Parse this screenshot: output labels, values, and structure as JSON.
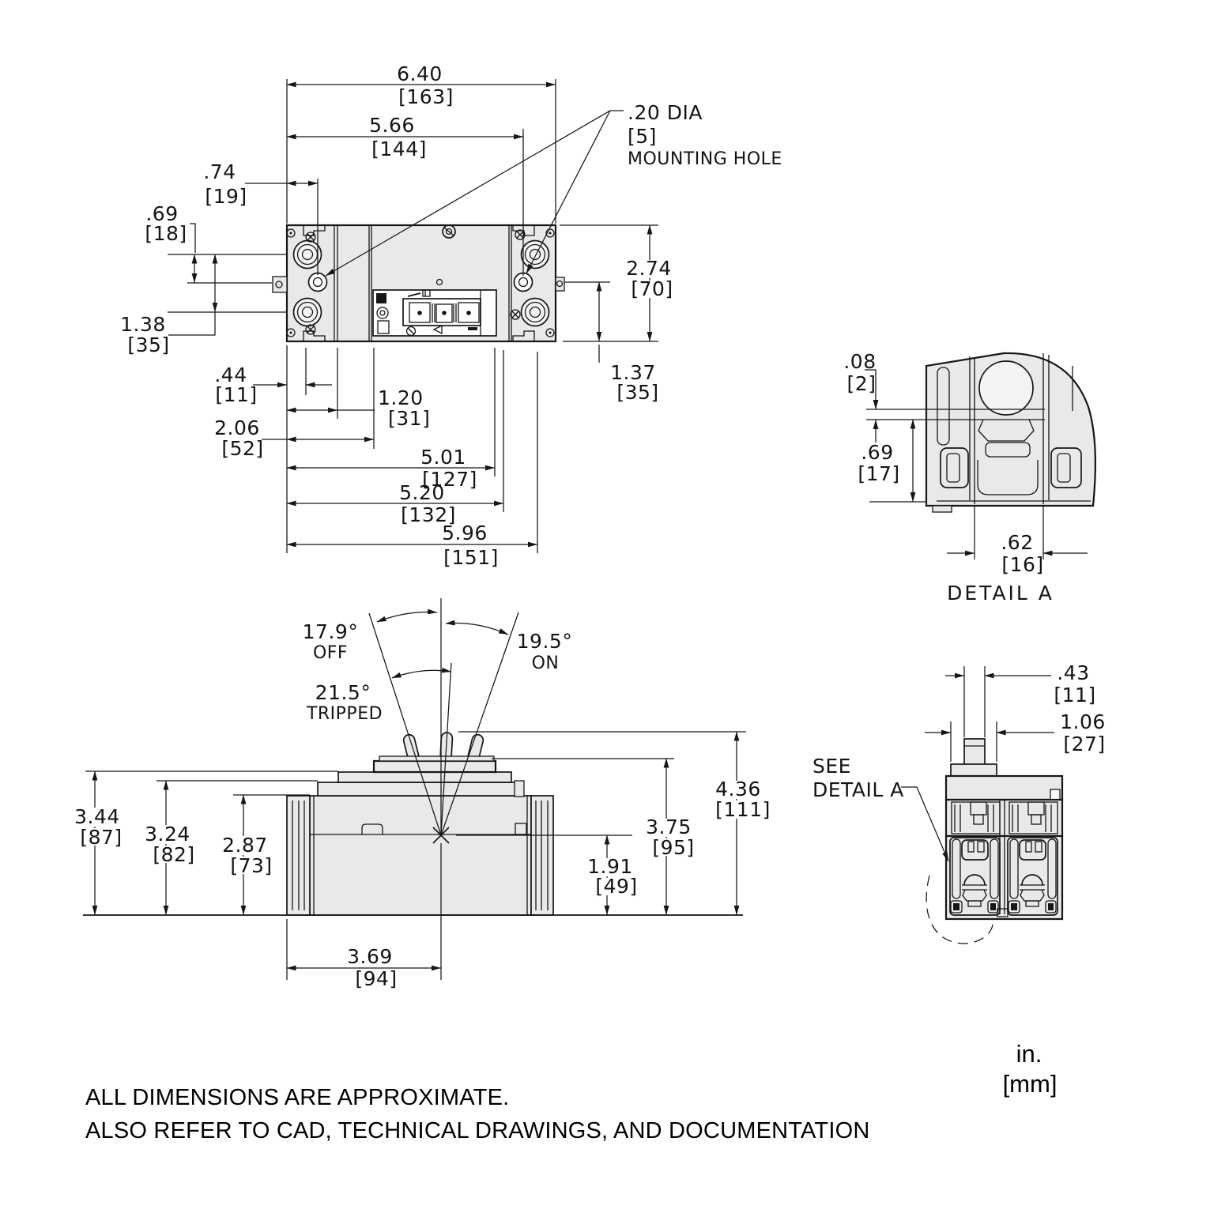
{
  "front": {
    "dim_640": {
      "in": "6.40",
      "mm": "[163]"
    },
    "dim_566": {
      "in": "5.66",
      "mm": "[144]"
    },
    "dim_074": {
      "in": ".74",
      "mm": "[19]"
    },
    "dim_069": {
      "in": ".69",
      "mm": "[18]"
    },
    "dim_138": {
      "in": "1.38",
      "mm": "[35]"
    },
    "dim_044": {
      "in": ".44",
      "mm": "[11]"
    },
    "dim_120": {
      "in": "1.20",
      "mm": "[31]"
    },
    "dim_206": {
      "in": "2.06",
      "mm": "[52]"
    },
    "dim_501": {
      "in": "5.01",
      "mm": "[127]"
    },
    "dim_520": {
      "in": "5.20",
      "mm": "[132]"
    },
    "dim_596": {
      "in": "5.96",
      "mm": "[151]"
    },
    "dim_274": {
      "in": "2.74",
      "mm": "[70]"
    },
    "dim_137": {
      "in": "1.37",
      "mm": "[35]"
    },
    "mounting_hole": {
      "dia": ".20 DIA",
      "mm": "[5]",
      "label": "MOUNTING HOLE"
    }
  },
  "detail_a": {
    "title": "DETAIL A",
    "dim_008": {
      "in": ".08",
      "mm": "[2]"
    },
    "dim_069": {
      "in": ".69",
      "mm": "[17]"
    },
    "dim_062": {
      "in": ".62",
      "mm": "[16]"
    }
  },
  "side": {
    "angle_off": {
      "value": "17.9°",
      "label": "OFF"
    },
    "angle_on": {
      "value": "19.5°",
      "label": "ON"
    },
    "angle_tripped": {
      "value": "21.5°",
      "label": "TRIPPED"
    },
    "dim_344": {
      "in": "3.44",
      "mm": "[87]"
    },
    "dim_324": {
      "in": "3.24",
      "mm": "[82]"
    },
    "dim_287": {
      "in": "2.87",
      "mm": "[73]"
    },
    "dim_436": {
      "in": "4.36",
      "mm": "[111]"
    },
    "dim_375": {
      "in": "3.75",
      "mm": "[95]"
    },
    "dim_191": {
      "in": "1.91",
      "mm": "[49]"
    },
    "dim_369": {
      "in": "3.69",
      "mm": "[94]"
    }
  },
  "end_view": {
    "dim_043": {
      "in": ".43",
      "mm": "[11]"
    },
    "dim_106": {
      "in": "1.06",
      "mm": "[27]"
    },
    "see_detail_line1": "SEE",
    "see_detail_line2": "DETAIL A"
  },
  "notes": {
    "line1": "ALL DIMENSIONS ARE APPROXIMATE.",
    "line2": "ALSO REFER TO CAD, TECHNICAL DRAWINGS, AND DOCUMENTATION"
  },
  "units": {
    "inch": "in.",
    "mm": "[mm]"
  }
}
